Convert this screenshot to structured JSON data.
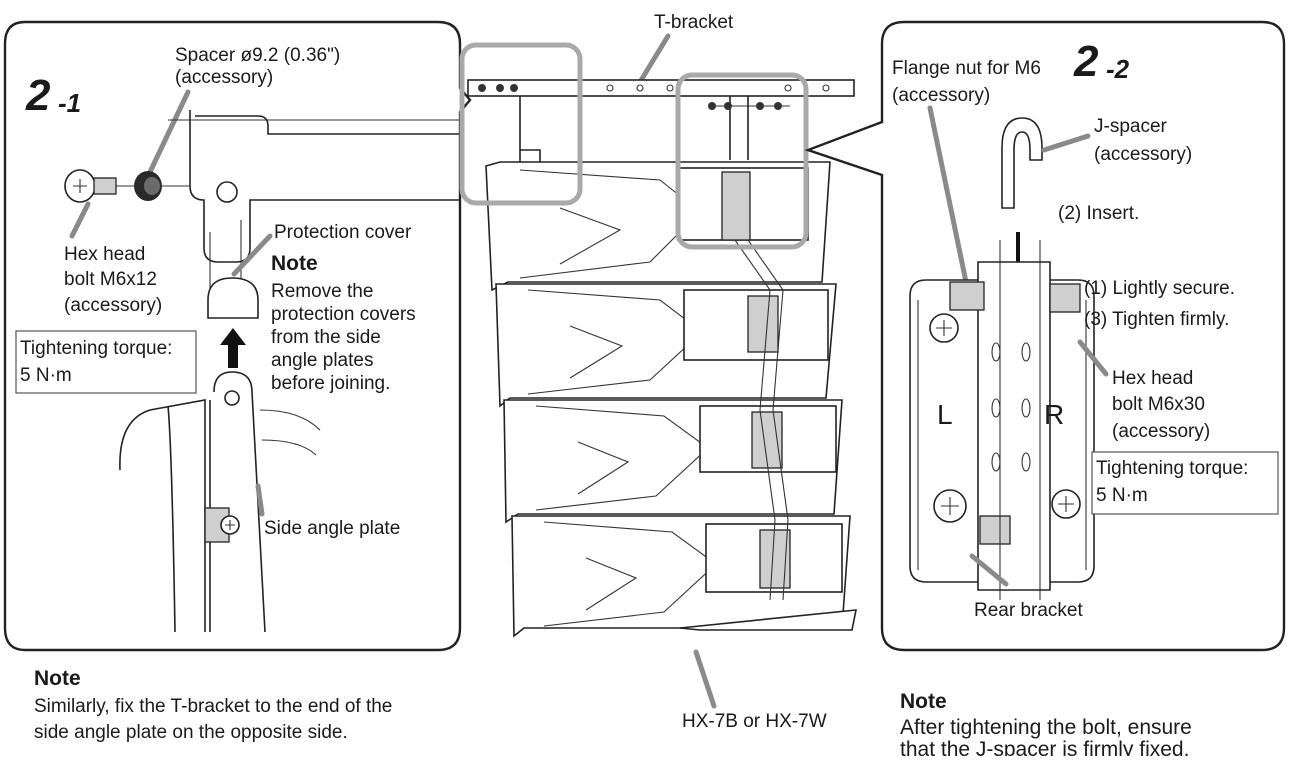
{
  "left_panel": {
    "step_major": "2",
    "step_minor": "-1",
    "spacer_label_1": "Spacer ø9.2 (0.36\")",
    "spacer_label_2": "(accessory)",
    "bolt_label_1": "Hex head",
    "bolt_label_2": "bolt M6x12",
    "bolt_label_3": "(accessory)",
    "torque_label_1": "Tightening torque:",
    "torque_label_2": "5 N·m",
    "cover_label": "Protection cover",
    "note_title": "Note",
    "note_lines": [
      "Remove the",
      "protection covers",
      "from the side",
      "angle plates",
      "before joining."
    ],
    "plate_label": "Side angle plate"
  },
  "center": {
    "top_label": "T-bracket",
    "bottom_label": "HX-7B or HX-7W"
  },
  "right_panel": {
    "flange_label_1": "Flange nut for M6",
    "flange_label_2": "(accessory)",
    "step_major": "2",
    "step_minor": "-2",
    "jspacer_label_1": "J-spacer",
    "jspacer_label_2": "(accessory)",
    "insert_label": "(2) Insert.",
    "secure_label": "(1) Lightly secure.",
    "tighten_label": "(3) Tighten firmly.",
    "bolt_label_1": "Hex head",
    "bolt_label_2": "bolt M6x30",
    "bolt_label_3": "(accessory)",
    "torque_label_1": "Tightening torque:",
    "torque_label_2": "5 N·m",
    "plate_letter_left": "L",
    "plate_letter_right": "R",
    "rear_label": "Rear bracket"
  },
  "bottom_left_note": {
    "title": "Note",
    "lines": [
      "Similarly, fix the T-bracket to the end of the",
      "side angle plate on the opposite side."
    ]
  },
  "bottom_right_note": {
    "title": "Note",
    "lines": [
      "After tightening the bolt, ensure",
      "that the J-spacer is firmly fixed."
    ]
  }
}
